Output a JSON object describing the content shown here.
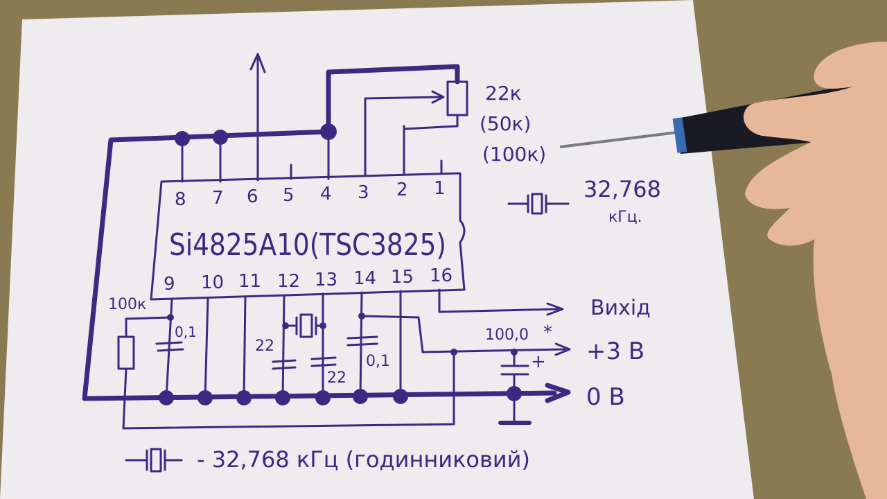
{
  "chip": {
    "label": "Si4825A10(TSC3825)",
    "top_pins": [
      "8",
      "7",
      "6",
      "5",
      "4",
      "3",
      "2",
      "1"
    ],
    "bottom_pins": [
      "9",
      "10",
      "11",
      "12",
      "13",
      "14",
      "15",
      "16"
    ]
  },
  "pot": {
    "values": [
      "22к",
      "(50к)",
      "(100к)"
    ]
  },
  "crystal_note": {
    "freq": "32,768",
    "unit": "кГц."
  },
  "components": {
    "r_label": "100к",
    "c9_label": "0,1",
    "c12_label": "22",
    "c13_label": "22",
    "c14_label": "0,1",
    "c_supply_label": "100,0",
    "plus_sign": "+",
    "asterisk": "*"
  },
  "outputs": {
    "out": "Вихід",
    "vplus": "+3 В",
    "gnd": "0 В"
  },
  "legend": {
    "text": "- 32,768 кГц (годинниковий)"
  },
  "colors": {
    "ink": "#3a2a82",
    "paper": "#eeecef",
    "desk": "#8a7a52"
  }
}
